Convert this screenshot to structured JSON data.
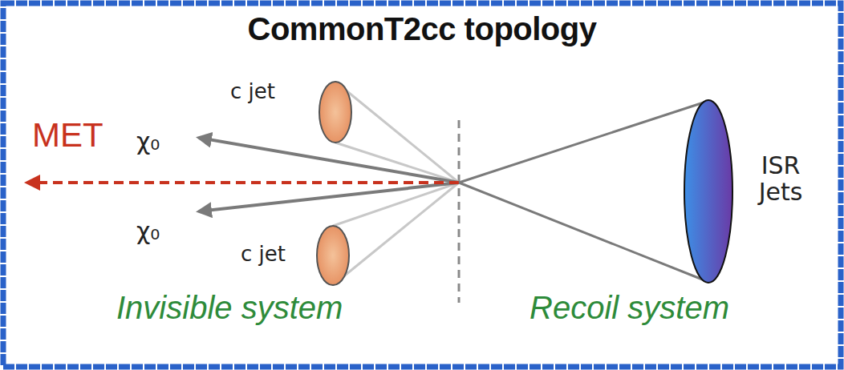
{
  "diagram": {
    "title": "CommonT2cc topology",
    "labels": [
      "c jet",
      "χ₀",
      "MET",
      "χ₀",
      "c jet",
      "ISR Jets",
      "Invisible system",
      "Recoil system"
    ]
  }
}
